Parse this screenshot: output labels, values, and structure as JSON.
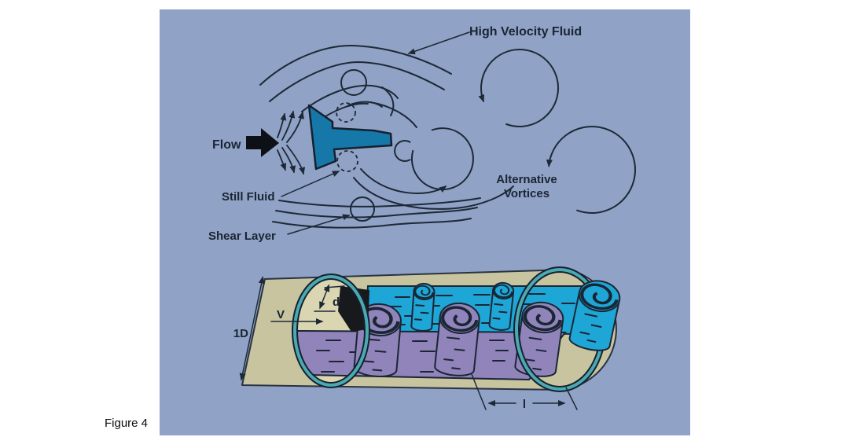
{
  "figure_caption": "Figure 4",
  "panel": {
    "background_color": "#90A2C5",
    "line_color": "#1D2937"
  },
  "top_diagram": {
    "labels": {
      "flow": "Flow",
      "high_velocity_fluid": "High Velocity Fluid",
      "still_fluid": "Still Fluid",
      "shear_layer": "Shear Layer",
      "alternative_vortices_line1": "Alternative",
      "alternative_vortices_line2": "Vortices"
    },
    "bluff_body_color": "#1578A9"
  },
  "bottom_diagram": {
    "labels": {
      "plate_height": "1D",
      "velocity": "V",
      "shedder_width": "d",
      "vortex_spacing": "l"
    },
    "colors": {
      "plane_tan": "#C9C4A0",
      "plane_tan_inner": "#DAD6B2",
      "sheet_blue": "#1EA6D7",
      "sheet_purple": "#9084BA",
      "ring_teal": "#4BA9B2",
      "shedder_black": "#17191D"
    }
  }
}
